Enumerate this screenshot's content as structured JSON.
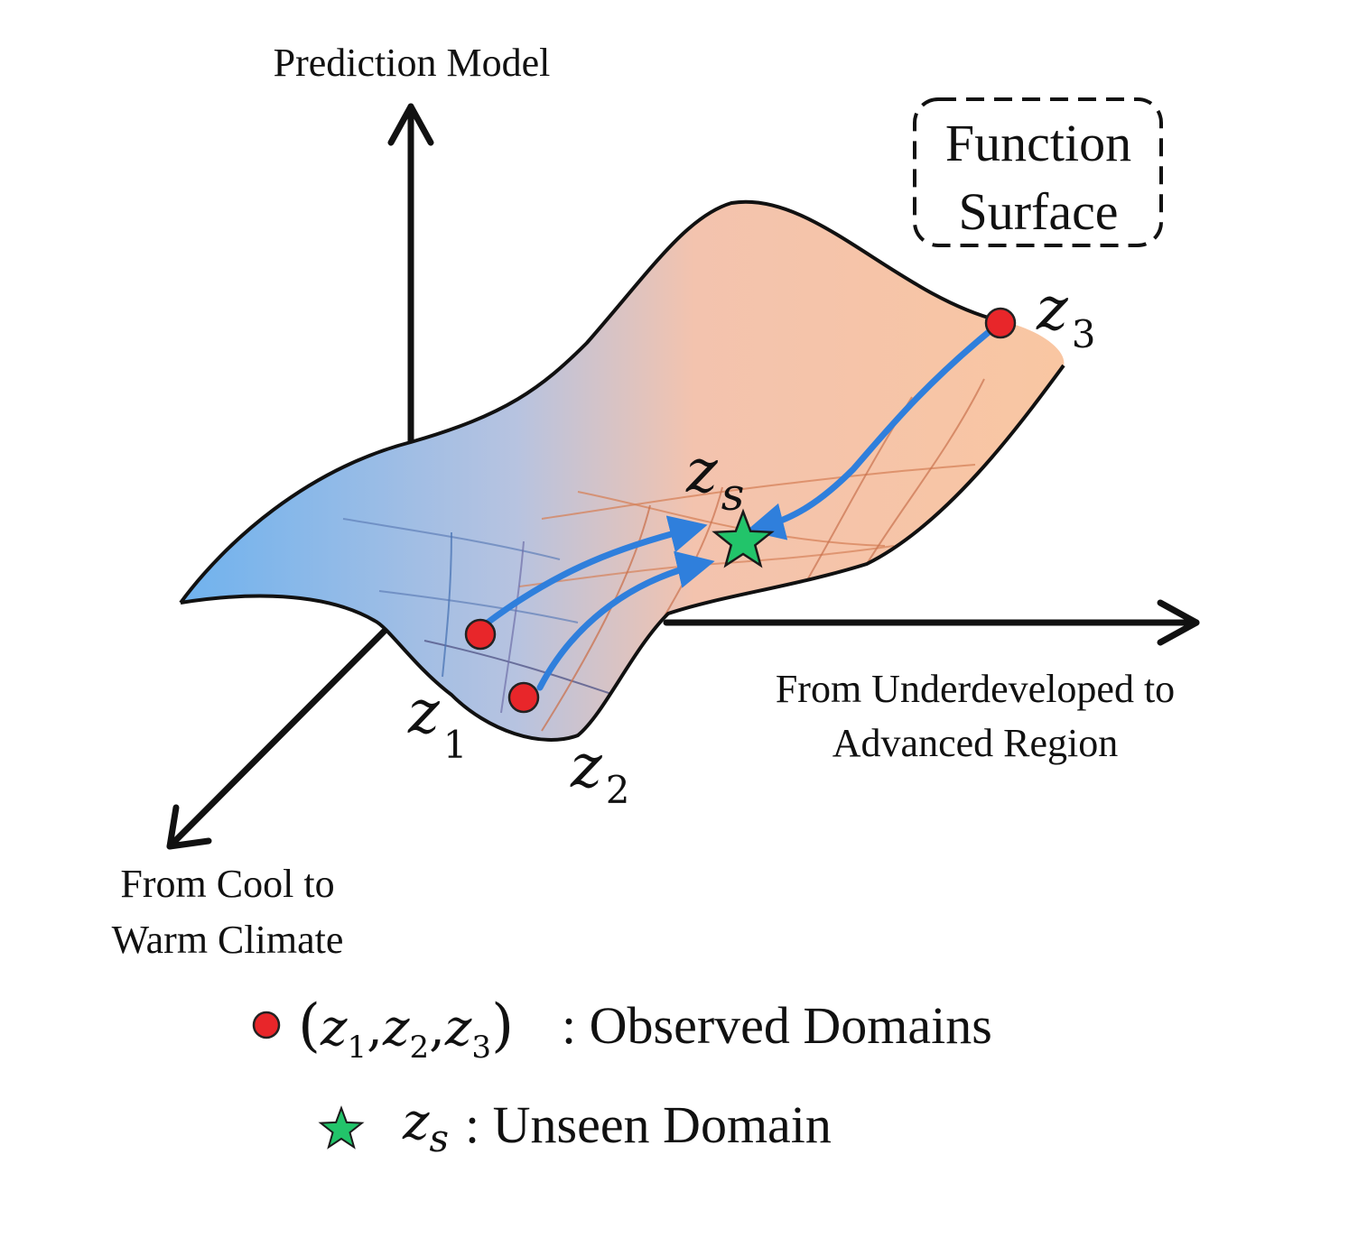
{
  "axes": {
    "vertical_label": "Prediction Model",
    "horizontal_label_line1": "From Underdeveloped to",
    "horizontal_label_line2": "Advanced Region",
    "depth_label_line1": "From Cool to",
    "depth_label_line2": "Warm Climate"
  },
  "surface_box": {
    "line1": "Function",
    "line2": "Surface"
  },
  "points": {
    "z1": {
      "base": "z",
      "sub": "1"
    },
    "z2": {
      "base": "z",
      "sub": "2"
    },
    "z3": {
      "base": "z",
      "sub": "3"
    },
    "zs": {
      "base": "z",
      "sub": "s"
    }
  },
  "legend": {
    "observed_tuple": {
      "open": "(",
      "z": "z",
      "s1": "1",
      "comma1": ",",
      "s2": "2",
      "comma2": ",",
      "s3": "3",
      "close": ")"
    },
    "observed_text": ": Observed Domains",
    "unseen_z": "z",
    "unseen_sub": "s",
    "unseen_text": ": Unseen Domain"
  },
  "colors": {
    "observed_point": "#e8262a",
    "unseen_star": "#22c46a",
    "arrow_blue": "#2f7fdc",
    "surface_left": "#6fb2ee",
    "surface_right": "#f9c6a2"
  }
}
